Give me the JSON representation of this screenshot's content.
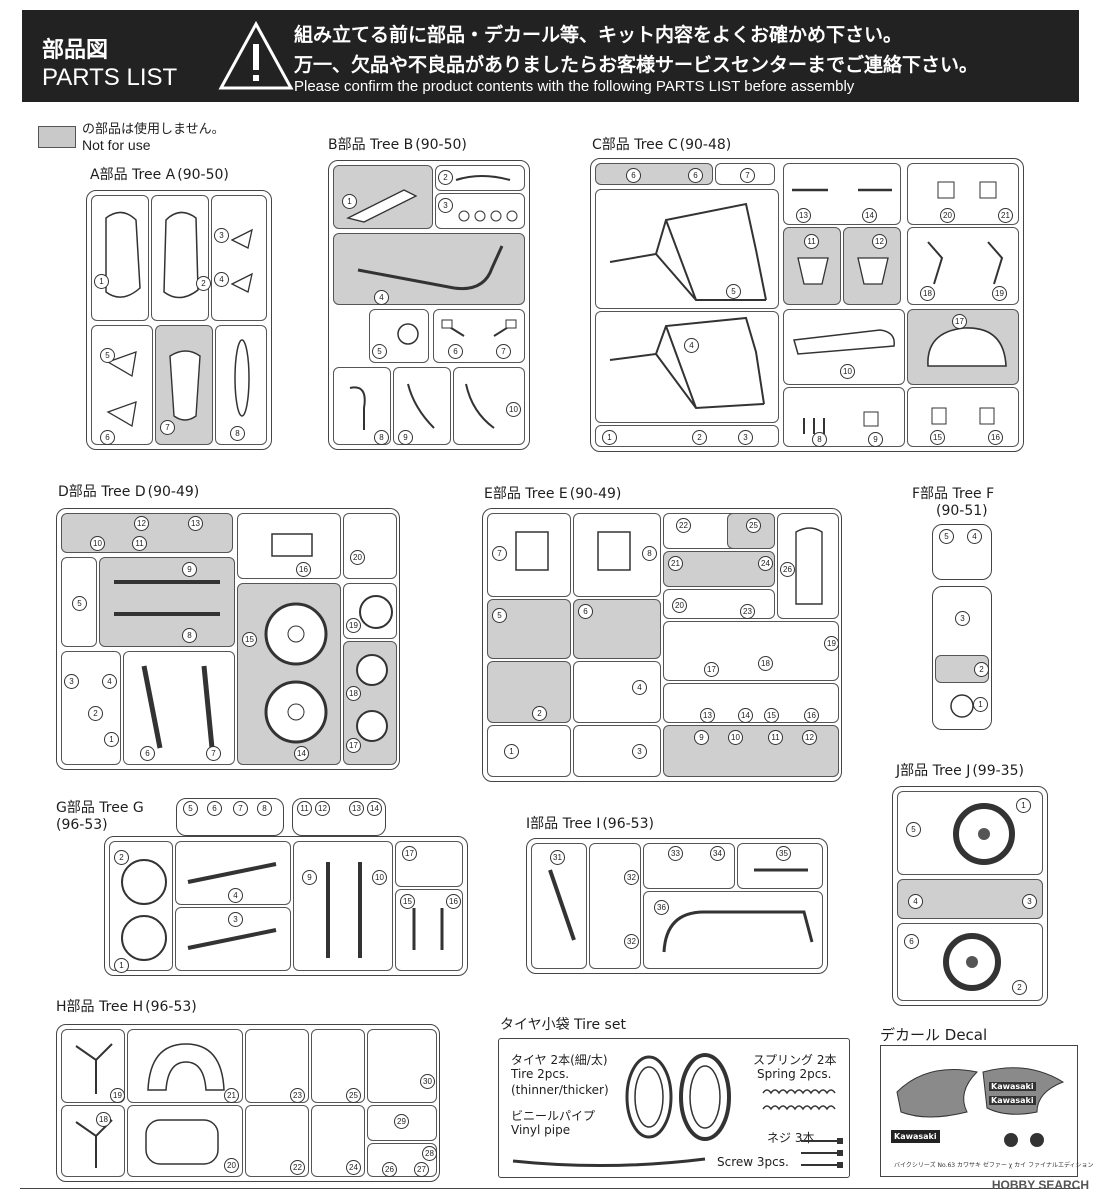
{
  "header": {
    "title_ja": "部品図",
    "title_en": "PARTS LIST",
    "notice_ja_1": "組み立てる前に部品・デカール等、キット内容をよくお確かめ下さい。",
    "notice_ja_2": "万一、欠品や不良品がありましたらお客様サービスセンターまでご連絡下さい。",
    "notice_en": "Please confirm the product contents with the following PARTS LIST before assembly",
    "warning_icon": "exclamation-triangle-icon"
  },
  "legend": {
    "text_ja": "の部品は使用しません。",
    "text_en": "Not for use",
    "gray_color": "#cfcfcf"
  },
  "trees": {
    "A": {
      "label": "A部品 Tree A",
      "code": "(90-50)"
    },
    "B": {
      "label": "B部品 Tree B",
      "code": "(90-50)"
    },
    "C": {
      "label": "C部品 Tree C",
      "code": "(90-48)"
    },
    "D": {
      "label": "D部品 Tree D",
      "code": "(90-49)"
    },
    "E": {
      "label": "E部品 Tree E",
      "code": "(90-49)"
    },
    "F": {
      "label": "F部品 Tree F",
      "code": "(90-51)"
    },
    "G": {
      "label": "G部品 Tree G",
      "code": "(96-53)"
    },
    "H": {
      "label": "H部品 Tree H",
      "code": "(96-53)"
    },
    "I": {
      "label": "I部品 Tree I",
      "code": "(96-53)"
    },
    "J": {
      "label": "J部品 Tree J",
      "code": "(99-35)"
    }
  },
  "tire_set": {
    "title": "タイヤ小袋 Tire set",
    "tire_ja": "タイヤ 2本(細/太)",
    "tire_en": "Tire 2pcs.",
    "tire_en_2": "(thinner/thicker)",
    "vinyl_ja": "ビニールパイプ",
    "vinyl_en": "Vinyl pipe",
    "spring_ja": "スプリング 2本",
    "spring_en": "Spring 2pcs.",
    "screw_ja": "ネジ 3本",
    "screw_en": "Screw 3pcs."
  },
  "decal": {
    "title": "デカール Decal",
    "brand_1": "Kawasaki",
    "brand_2": "Kawasaki",
    "brand_3": "Kawasaki",
    "caption": "バイクシリーズ No.63 カワサキ ゼファー χ カイ ファイナルエディション"
  },
  "watermark": "HOBBY SEARCH",
  "part_numbers": {
    "A": [
      "1",
      "2",
      "3",
      "4",
      "5",
      "6",
      "7",
      "8"
    ],
    "B": [
      "1",
      "2",
      "3",
      "4",
      "5",
      "6",
      "7",
      "8",
      "9",
      "10"
    ],
    "C": [
      "1",
      "2",
      "3",
      "4",
      "5",
      "6",
      "7",
      "8",
      "9",
      "10",
      "11",
      "12",
      "13",
      "14",
      "15",
      "16",
      "17",
      "18",
      "19",
      "20",
      "21"
    ],
    "D": [
      "1",
      "2",
      "3",
      "4",
      "5",
      "6",
      "7",
      "8",
      "9",
      "10",
      "11",
      "12",
      "13",
      "14",
      "15",
      "16",
      "17",
      "18",
      "19",
      "20"
    ],
    "E": [
      "1",
      "2",
      "3",
      "4",
      "5",
      "6",
      "7",
      "8",
      "9",
      "10",
      "11",
      "12",
      "13",
      "14",
      "15",
      "16",
      "17",
      "18",
      "19",
      "20",
      "21",
      "22",
      "23",
      "24",
      "25",
      "26"
    ],
    "F": [
      "1",
      "2",
      "3",
      "4",
      "5"
    ],
    "G": [
      "1",
      "2",
      "3",
      "4",
      "5",
      "6",
      "7",
      "8",
      "9",
      "10",
      "11",
      "12",
      "13",
      "14",
      "15",
      "16",
      "17"
    ],
    "H": [
      "18",
      "19",
      "20",
      "21",
      "22",
      "23",
      "24",
      "25",
      "26",
      "27",
      "28",
      "29",
      "30"
    ],
    "I": [
      "31",
      "32",
      "32",
      "33",
      "34",
      "35",
      "36"
    ],
    "J": [
      "1",
      "2",
      "3",
      "4",
      "5",
      "6"
    ]
  }
}
